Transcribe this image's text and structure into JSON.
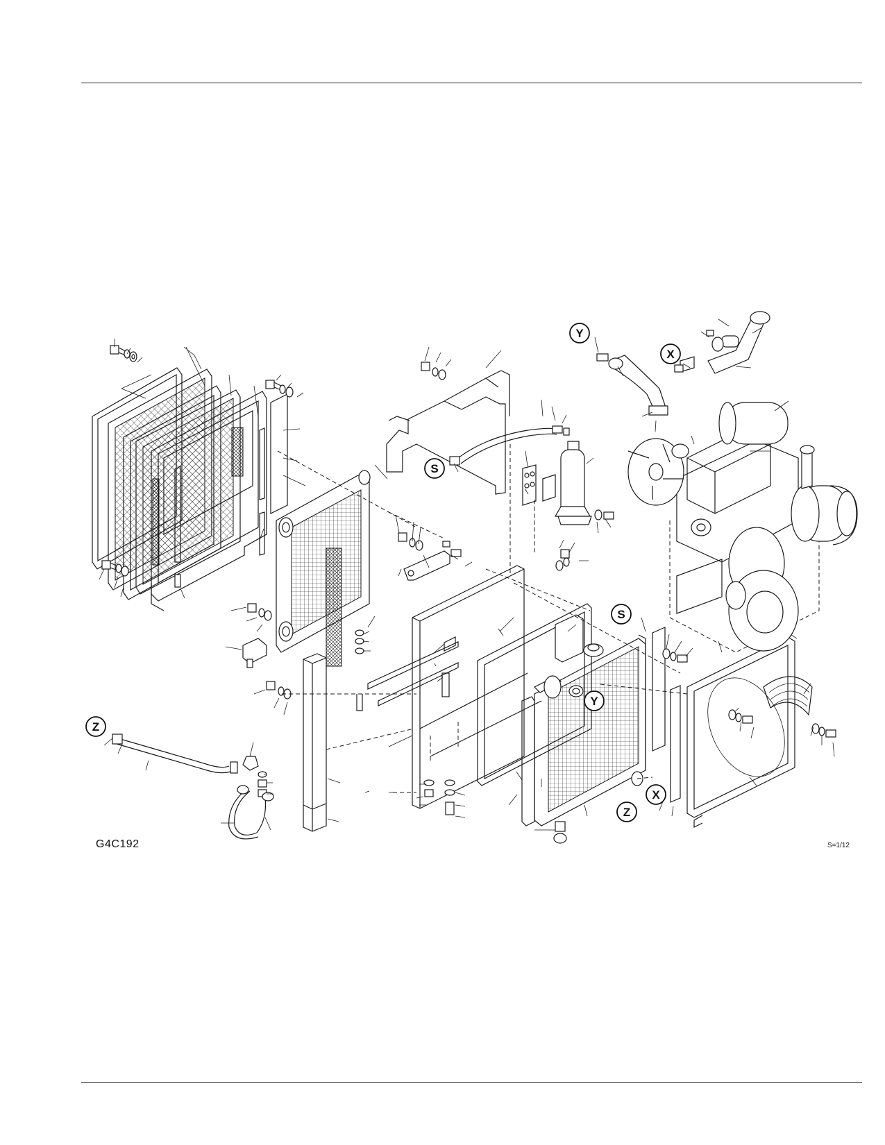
{
  "figure": {
    "id": "G4C192",
    "scale": "S=1/12"
  },
  "callouts": {
    "S": "S",
    "X": "X",
    "Y": "Y",
    "Z": "Z"
  }
}
